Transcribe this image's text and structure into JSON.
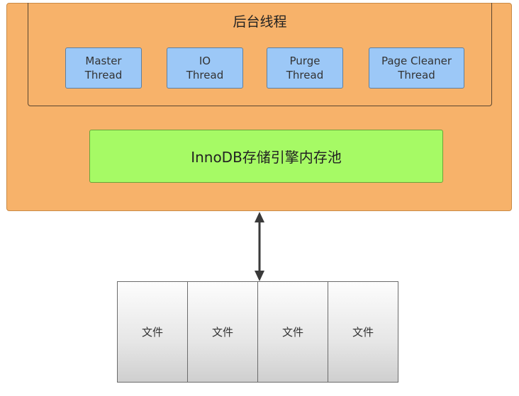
{
  "background_threads": {
    "title": "后台线程",
    "threads": [
      {
        "line1": "Master",
        "line2": "Thread"
      },
      {
        "line1": "IO",
        "line2": "Thread"
      },
      {
        "line1": "Purge",
        "line2": "Thread"
      },
      {
        "line1": "Page Cleaner",
        "line2": "Thread"
      }
    ]
  },
  "buffer_pool": {
    "label": "InnoDB存储引擎内存池"
  },
  "files": [
    "文件",
    "文件",
    "文件",
    "文件"
  ],
  "colors": {
    "outer": "#f7b26a",
    "thread": "#9cc8f7",
    "buffer_pool": "#a6fa65",
    "file": "#e6e6e6"
  }
}
